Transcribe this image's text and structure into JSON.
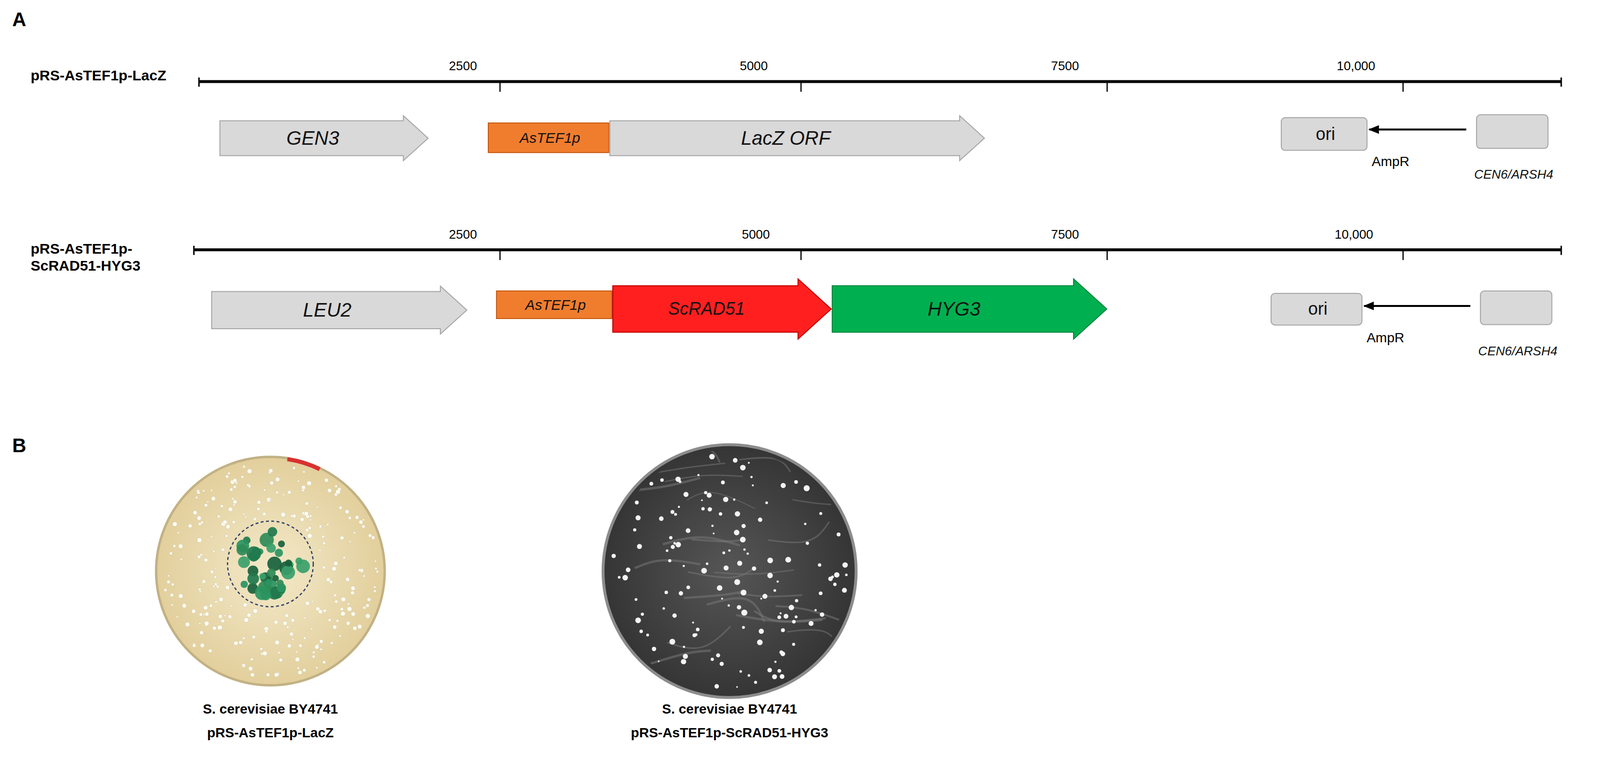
{
  "diagram": {
    "nodes": [
      {
        "text": [
          "GEN3"
        ]
      },
      {
        "text": [
          "AsTEF1p"
        ]
      },
      {
        "text": [
          "LacZ ORF"
        ]
      },
      {
        "text": [
          "ori"
        ]
      },
      {
        "text": [
          "CEN6/ARSH4"
        ]
      },
      {
        "text": [
          "LEU2"
        ]
      },
      {
        "text": [
          "AsTEF1p"
        ]
      },
      {
        "text": [
          "ScRAD51"
        ]
      },
      {
        "text": [
          "HYG3"
        ]
      },
      {
        "text": [
          "ori"
        ]
      },
      {
        "text": [
          "CEN6/ARSH4"
        ]
      }
    ],
    "edges": [
      {
        "from": 4,
        "to": 3,
        "arrow": "to",
        "label": "AmpR"
      },
      {
        "from": 10,
        "to": 9,
        "arrow": "to",
        "label": "AmpR"
      }
    ],
    "labels": [
      "A",
      "pRS-AsTEF1p-LacZ",
      "2500",
      "5000",
      "7500",
      "10,000",
      "pRS-AsTEF1p- ScRAD51-HYG3",
      "2500",
      "5000",
      "7500",
      "10,000",
      "B",
      "S. cerevisiae BY4741",
      "pRS-AsTEF1p-LacZ",
      "S. cerevisiae BY4741",
      "pRS-AsTEF1p-ScRAD51-HYG3"
    ]
  }
}
